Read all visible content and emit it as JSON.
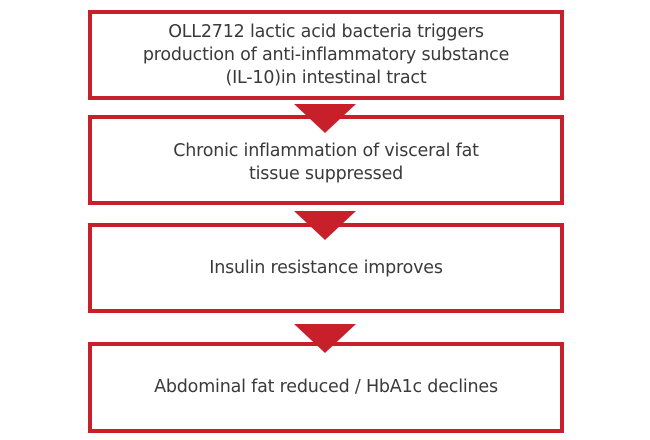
{
  "diagram": {
    "type": "flowchart",
    "direction": "top-to-bottom",
    "accent_color": "#c8202a",
    "text_color": "#3a3a3a",
    "steps": [
      {
        "lines": [
          "OLL2712 lactic acid bacteria triggers",
          "production of anti-inflammatory substance",
          "(IL-10)in intestinal tract"
        ]
      },
      {
        "lines": [
          "Chronic inflammation of visceral fat",
          "tissue suppressed"
        ]
      },
      {
        "lines": [
          "Insulin resistance improves"
        ]
      },
      {
        "lines": [
          "Abdominal fat reduced / HbA1c declines"
        ]
      }
    ],
    "connectors": [
      {
        "icon": "down-triangle-arrow-icon"
      },
      {
        "icon": "down-triangle-arrow-icon"
      },
      {
        "icon": "down-triangle-arrow-icon"
      }
    ]
  }
}
